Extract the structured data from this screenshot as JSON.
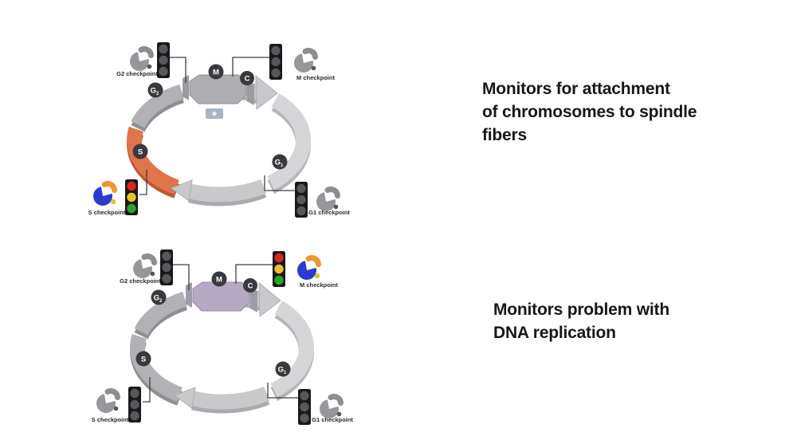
{
  "captions": {
    "top": {
      "lines": [
        "Monitors for attachment",
        "of chromosomes to spindle",
        "fibers"
      ]
    },
    "bottom": {
      "lines": [
        "Monitors problem with",
        "DNA replication"
      ]
    }
  },
  "phases": {
    "g2_main": "G",
    "g2_sub": "2",
    "m": "M",
    "c": "C",
    "g1_main": "G",
    "g1_sub": "1",
    "s": "S"
  },
  "diagram_top": {
    "checkpoints": {
      "g2": "G2 checkpoint",
      "m": "M checkpoint",
      "s": "S checkpoint",
      "g1": "G1 checkpoint"
    },
    "highlighted_phase": "S",
    "active_checkpoint": "S checkpoint"
  },
  "diagram_bottom": {
    "checkpoints": {
      "g2": "G2 checkpoint",
      "m": "M checkpoint",
      "s": "S checkpoint",
      "g1": "G1 checkpoint"
    },
    "highlighted_phase": "M",
    "active_checkpoint": "M checkpoint"
  },
  "colors": {
    "s_highlight": "#e0744a",
    "m_highlight": "#b6a9c4",
    "traffic_red": "#d92525",
    "traffic_yellow": "#e9c427",
    "traffic_green": "#2aa52a",
    "blob_blue": "#2b3bd0",
    "blob_orange": "#f2952e",
    "blob_dot_yellow": "#ddc52b"
  }
}
